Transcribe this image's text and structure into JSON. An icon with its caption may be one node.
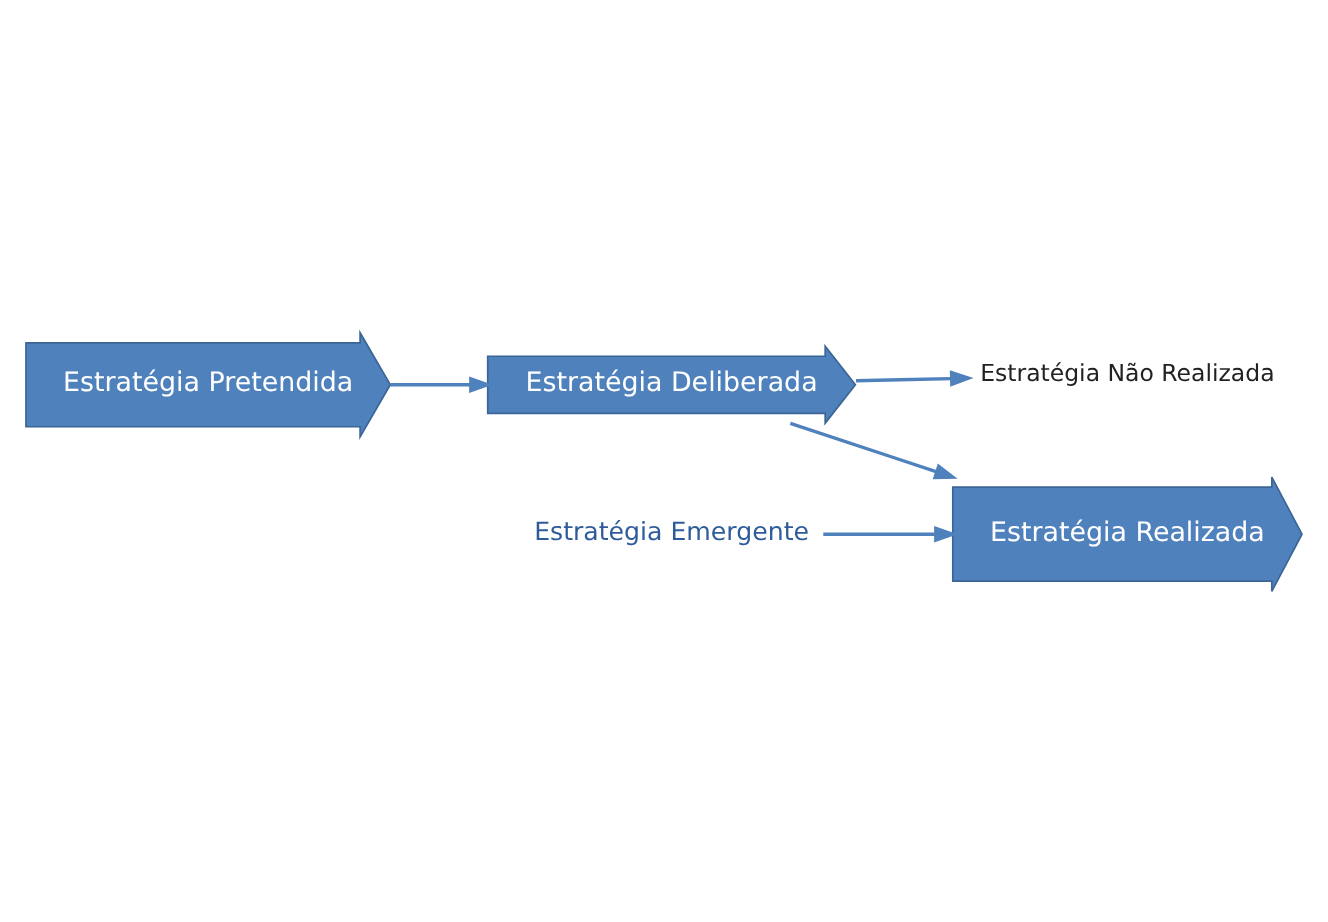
{
  "diagram": {
    "nodes": [
      {
        "text": [
          "Estratégia Pretendida"
        ]
      },
      {
        "text": [
          "Estratégia Deliberada"
        ]
      },
      {
        "text": [
          "Estratégia Não Realizada"
        ]
      },
      {
        "text": [
          "Estratégia Realizada"
        ]
      },
      {
        "text": [
          "Estratégia Emergente"
        ]
      }
    ],
    "edges": [
      {
        "from": 0,
        "to": 1,
        "arrow": "to"
      },
      {
        "from": 1,
        "to": 2,
        "arrow": "to"
      },
      {
        "from": 1,
        "to": 3,
        "arrow": "to"
      },
      {
        "from": 4,
        "to": 3,
        "arrow": "to"
      }
    ]
  }
}
